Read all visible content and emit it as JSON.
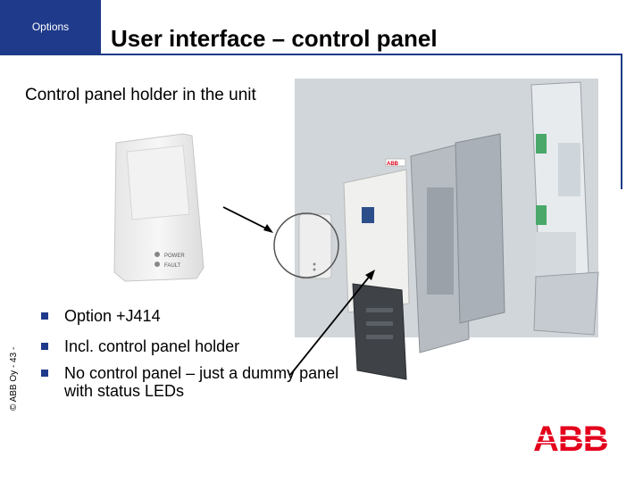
{
  "header": {
    "section_tab": "Options",
    "title": "User interface – control panel"
  },
  "subtitle": "Control panel holder in the unit",
  "bullets": [
    "Option +J414",
    "Incl. control panel holder",
    "No control panel – just a dummy panel with status LEDs"
  ],
  "holder": {
    "led_labels": [
      "POWER",
      "FAULT"
    ]
  },
  "unit_badge": "ABB",
  "copyright": "© ABB Oy - 43 -",
  "logo_text": "ABB",
  "colors": {
    "accent": "#1f3a8a",
    "logo": "#e4001c"
  }
}
